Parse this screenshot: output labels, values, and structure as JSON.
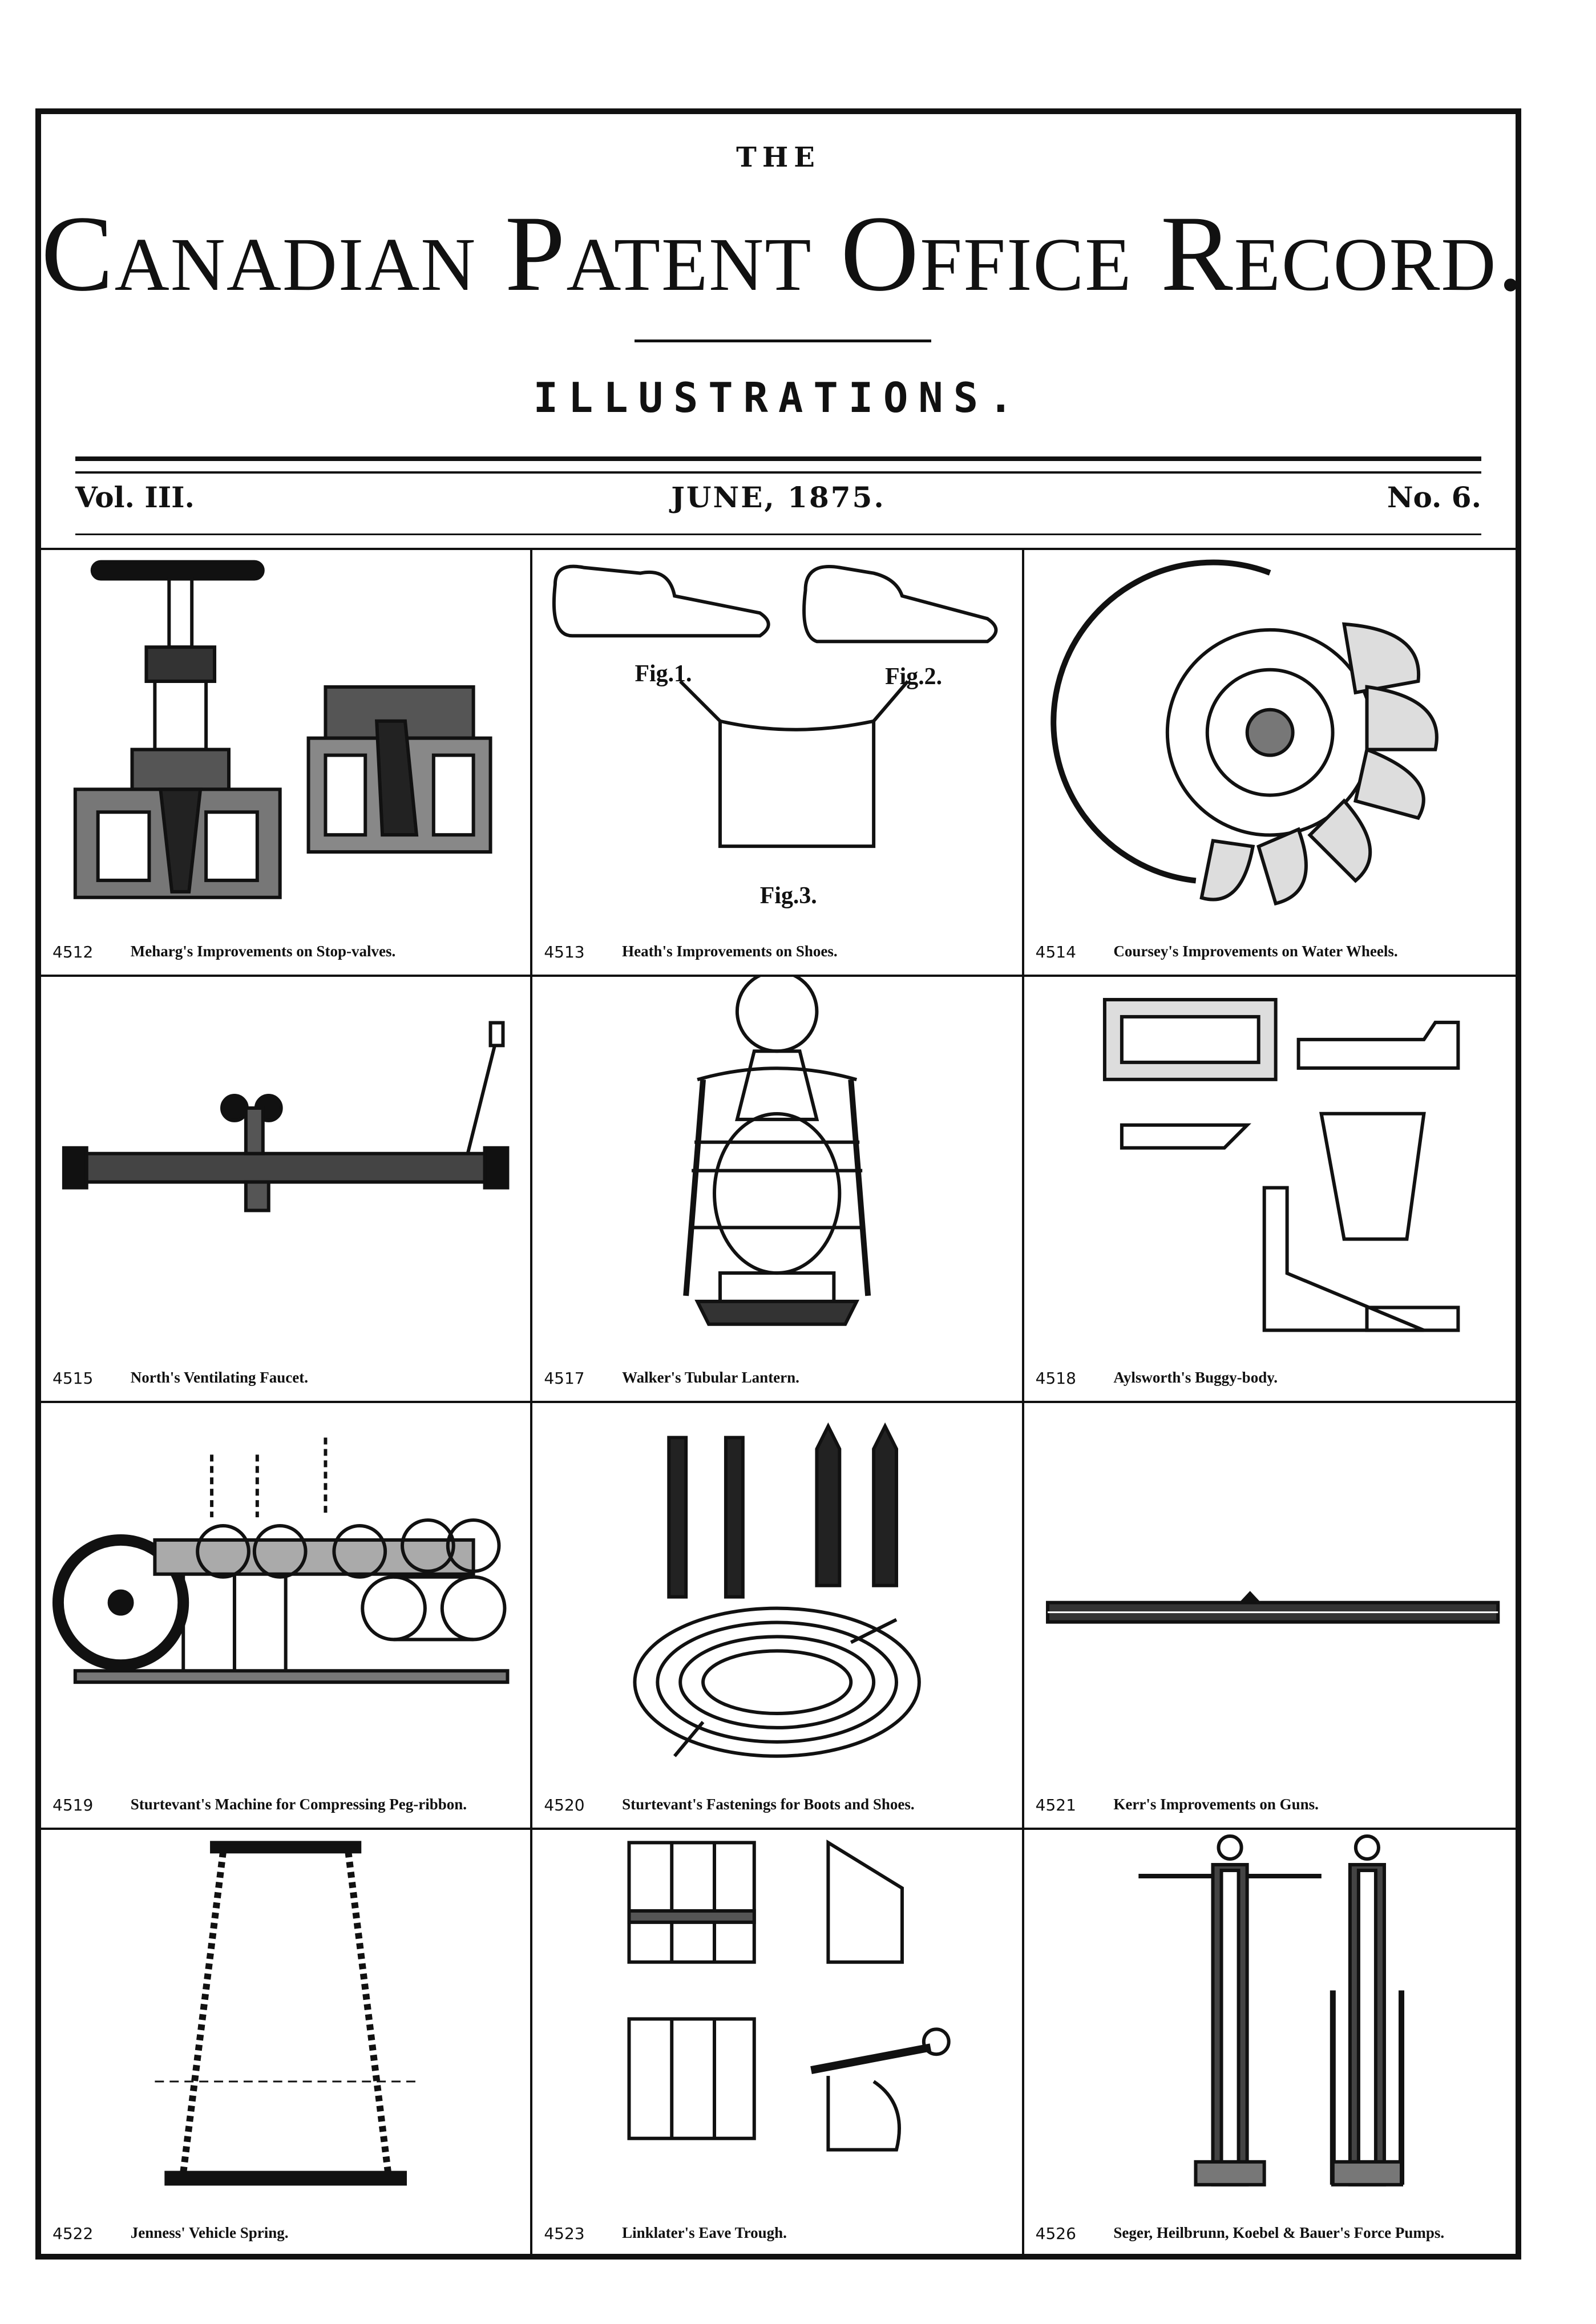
{
  "header": {
    "the": "THE",
    "title": "Canadian Patent Office Record.",
    "subtitle": "ILLUSTRATIONS.",
    "volume": "Vol. III.",
    "date": "JUNE, 1875.",
    "number": "No. 6."
  },
  "figures": [
    {
      "number": "4512",
      "title": "Meharg's Improvements on Stop-valves.",
      "art": "stop-valve-drawing"
    },
    {
      "number": "4513",
      "title": "Heath's Improvements on Shoes.",
      "art": "shoe-drawing",
      "labels": [
        "Fig.1.",
        "Fig.2.",
        "Fig.3."
      ]
    },
    {
      "number": "4514",
      "title": "Coursey's Improvements on Water Wheels.",
      "art": "water-wheel-drawing"
    },
    {
      "number": "4515",
      "title": "North's Ventilating Faucet.",
      "art": "faucet-drawing"
    },
    {
      "number": "4517",
      "title": "Walker's Tubular Lantern.",
      "art": "lantern-drawing"
    },
    {
      "number": "4518",
      "title": "Aylsworth's Buggy-body.",
      "art": "buggy-body-drawing"
    },
    {
      "number": "4519",
      "title": "Sturtevant's Machine for Compressing Peg-ribbon.",
      "art": "machine-drawing"
    },
    {
      "number": "4520",
      "title": "Sturtevant's Fastenings for Boots and Shoes.",
      "art": "fastening-drawing"
    },
    {
      "number": "4521",
      "title": "Kerr's Improvements on Guns.",
      "art": "gun-barrel-drawing"
    },
    {
      "number": "4522",
      "title": "Jenness' Vehicle Spring.",
      "art": "spring-drawing"
    },
    {
      "number": "4523",
      "title": "Linklater's Eave Trough.",
      "art": "eave-trough-drawing"
    },
    {
      "number": "4526",
      "title": "Seger, Heilbrunn, Koebel & Bauer's Force Pumps.",
      "art": "force-pump-drawing"
    }
  ]
}
